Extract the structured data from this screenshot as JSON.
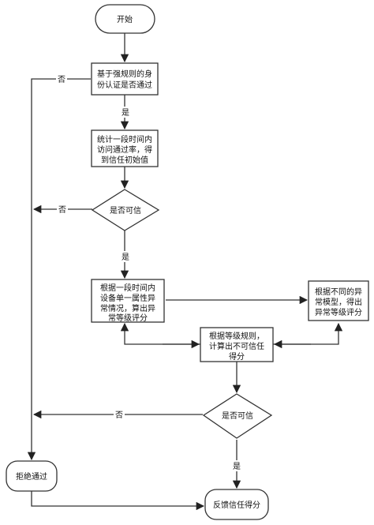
{
  "nodes": {
    "start": {
      "lines": [
        "开始"
      ]
    },
    "identity_check": {
      "lines": [
        "基于强规则的身",
        "份认证是否通过"
      ]
    },
    "initial_trust": {
      "lines": [
        "统计一段时间内",
        "访问通过率，得",
        "到信任初始值"
      ]
    },
    "trusted_decision_1": {
      "lines": [
        "是否可信"
      ]
    },
    "attribute_anomaly": {
      "lines": [
        "根据一段时间内",
        "设备单一属性异",
        "常情况，算出异",
        "常等级评分"
      ]
    },
    "model_anomaly": {
      "lines": [
        "根据不同的异",
        "常模型，得出",
        "异常等级评分"
      ]
    },
    "untrusted_score": {
      "lines": [
        "根据等级规则，",
        "计算出不可信任",
        "得分"
      ]
    },
    "trusted_decision_2": {
      "lines": [
        "是否可信"
      ]
    },
    "reject": {
      "lines": [
        "拒绝通过"
      ]
    },
    "feedback": {
      "lines": [
        "反馈信任得分"
      ]
    }
  },
  "edge_labels": {
    "identity_yes": "是",
    "identity_no": "否",
    "decision1_yes": "是",
    "decision1_no": "否",
    "decision2_yes": "是",
    "decision2_no": "否"
  }
}
